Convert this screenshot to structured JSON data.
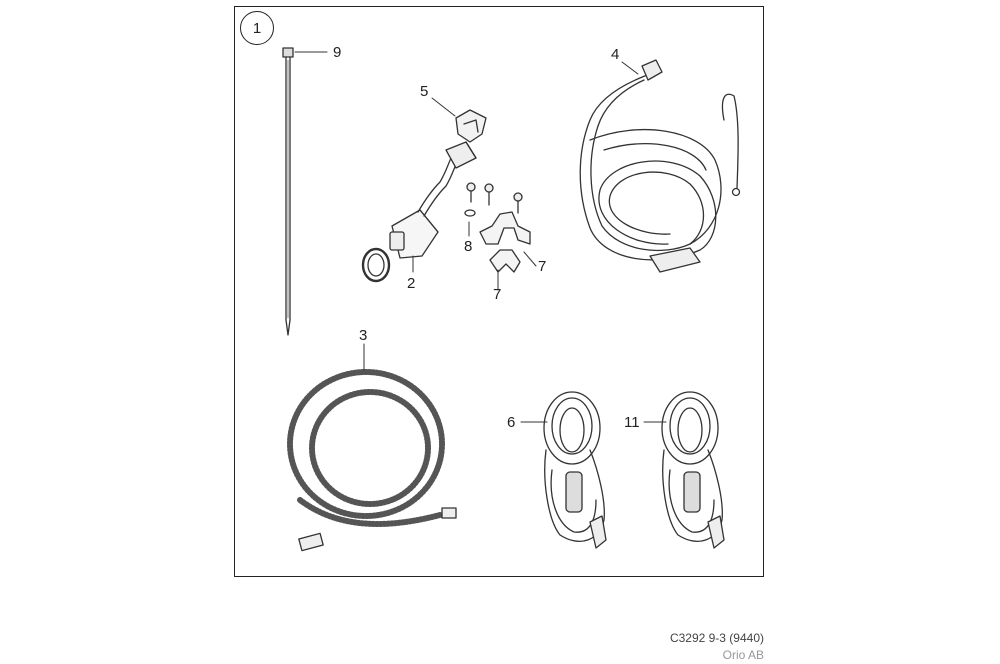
{
  "diagram": {
    "kit_number": "1",
    "callouts": {
      "c2": "2",
      "c3": "3",
      "c4": "4",
      "c5": "5",
      "c6": "6",
      "c7a": "7",
      "c7b": "7",
      "c8": "8",
      "c9": "9",
      "c11": "11"
    }
  },
  "footer": {
    "code": "C3292 9-3 (9440)",
    "company": "Orio AB"
  }
}
